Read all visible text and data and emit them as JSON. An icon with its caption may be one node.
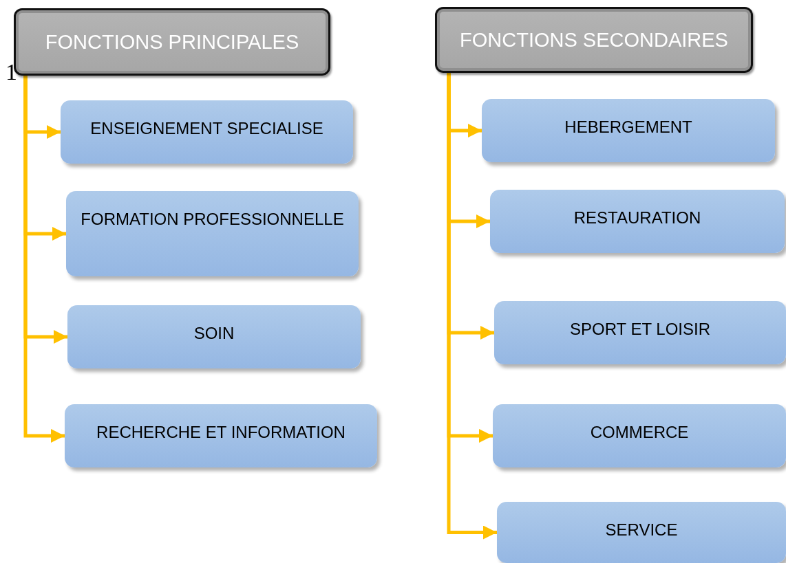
{
  "diagram": {
    "nodes": [
      {
        "text": [
          "FONCTIONS PRINCIPALES"
        ]
      },
      {
        "text": [
          "ENSEIGNEMENT SPECIALISE"
        ]
      },
      {
        "text": [
          "FORMATION PROFESSIONNELLE"
        ]
      },
      {
        "text": [
          "SOIN"
        ]
      },
      {
        "text": [
          "RECHERCHE ET INFORMATION"
        ]
      },
      {
        "text": [
          "FONCTIONS SECONDAIRES"
        ]
      },
      {
        "text": [
          "HEBERGEMENT"
        ]
      },
      {
        "text": [
          "RESTAURATION"
        ]
      },
      {
        "text": [
          "SPORT ET LOISIR"
        ]
      },
      {
        "text": [
          "COMMERCE"
        ]
      },
      {
        "text": [
          "SERVICE"
        ]
      }
    ],
    "edges": [
      {
        "from": 0,
        "to": 1,
        "arrow": "to"
      },
      {
        "from": 0,
        "to": 2,
        "arrow": "to"
      },
      {
        "from": 0,
        "to": 3,
        "arrow": "to"
      },
      {
        "from": 0,
        "to": 4,
        "arrow": "to"
      },
      {
        "from": 5,
        "to": 6,
        "arrow": "to"
      },
      {
        "from": 5,
        "to": 7,
        "arrow": "to"
      },
      {
        "from": 5,
        "to": 8,
        "arrow": "to"
      },
      {
        "from": 5,
        "to": 9,
        "arrow": "to"
      },
      {
        "from": 5,
        "to": 10,
        "arrow": "to"
      }
    ],
    "labels": [
      "1"
    ]
  }
}
